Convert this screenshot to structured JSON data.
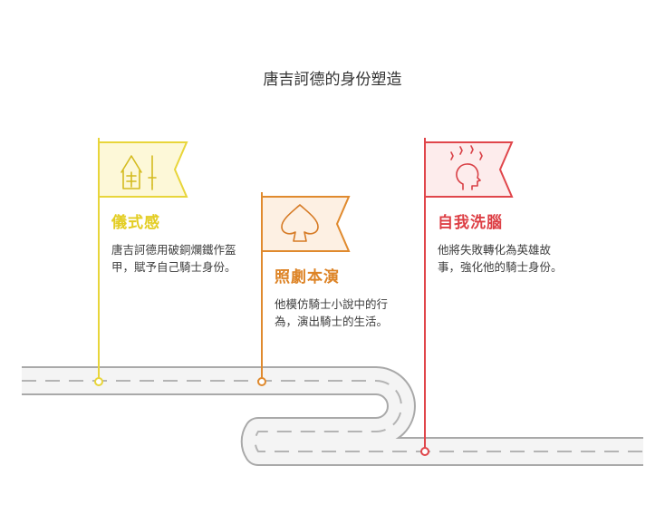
{
  "title": "唐吉訶德的身份塑造",
  "colors": {
    "step1": "#e8d53a",
    "step2": "#e08a2e",
    "step3": "#e0464b",
    "road_border": "#a9a9a9",
    "road_fill": "#f4f4f4"
  },
  "steps": [
    {
      "title": "儀式感",
      "description": "唐吉訶德用破銅爛鐵作盔甲，賦予自己騎士身份。",
      "icon": "knight-armor-icon"
    },
    {
      "title": "照劇本演",
      "description": "他模仿騎士小說中的行為，演出騎士的生活。",
      "icon": "spade-icon"
    },
    {
      "title": "自我洗腦",
      "description": "他將失敗轉化為英雄故事，強化他的騎士身份。",
      "icon": "head-thought-icon"
    }
  ]
}
